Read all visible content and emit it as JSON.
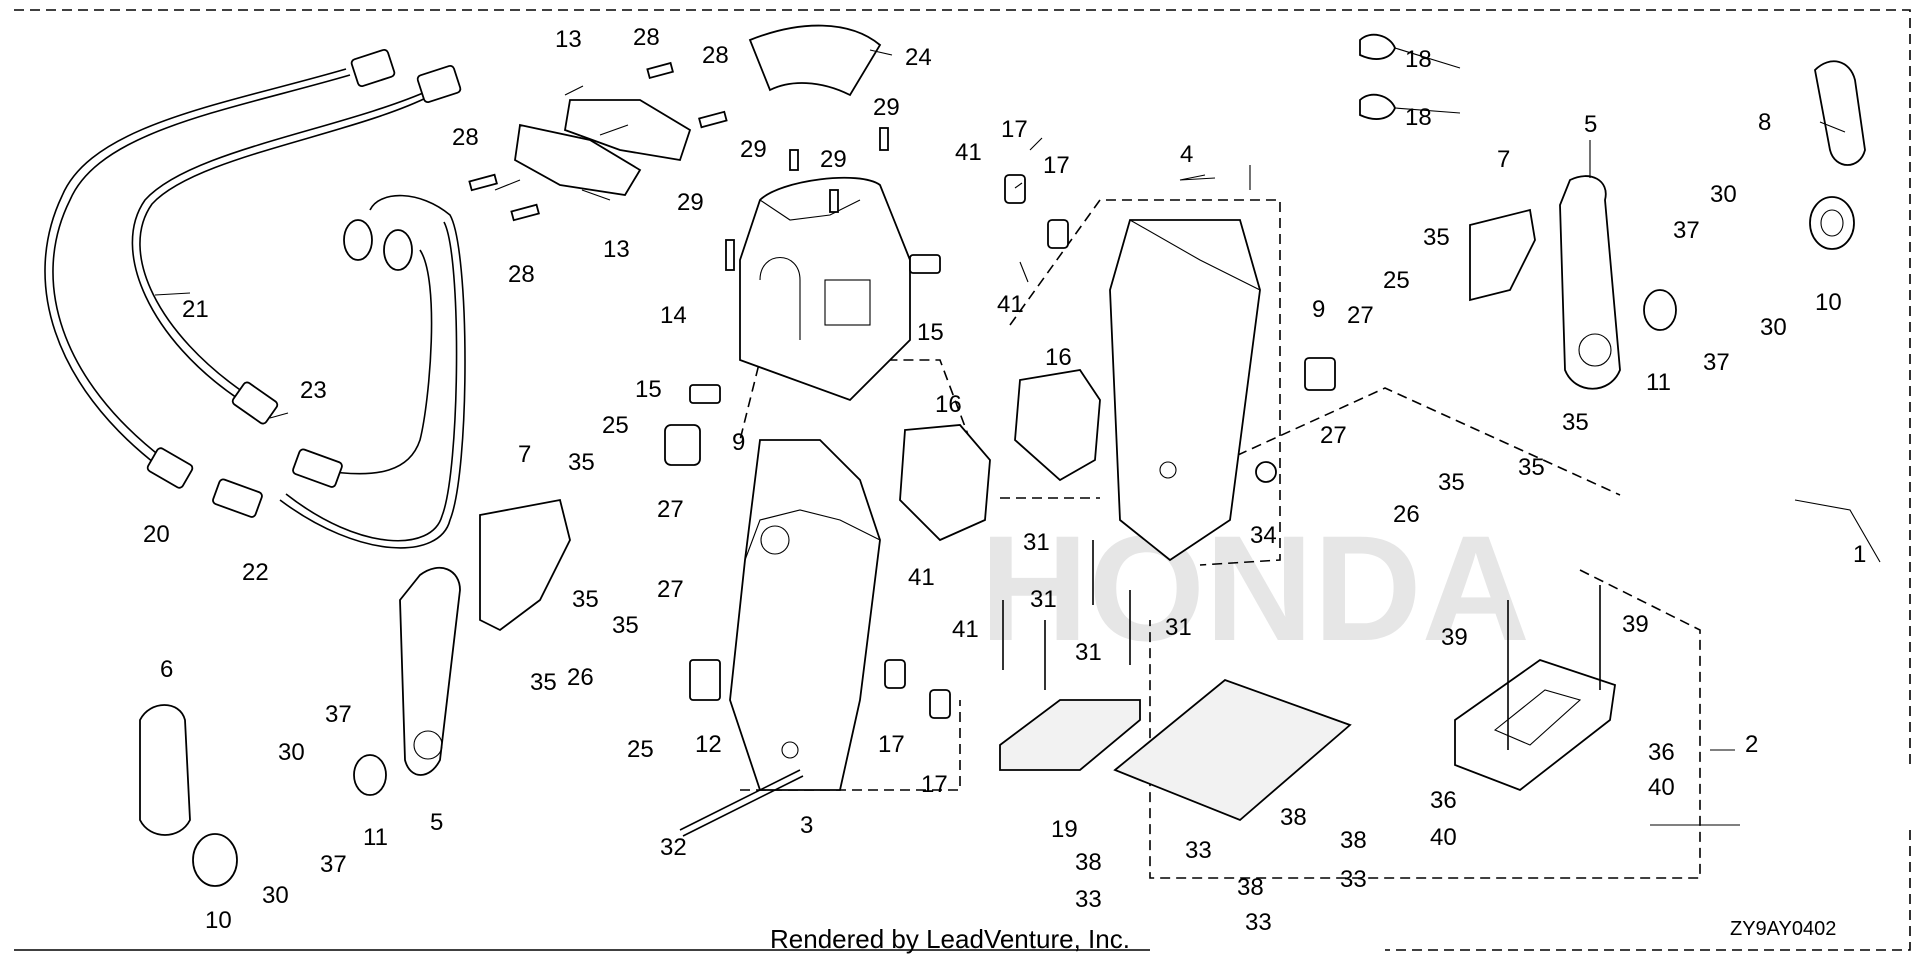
{
  "diagram": {
    "watermark": "HONDA",
    "credit": "Rendered by LeadVenture, Inc.",
    "diagram_code": "ZY9AY0402",
    "callouts": [
      "1",
      "2",
      "3",
      "4",
      "5",
      "5",
      "6",
      "7",
      "7",
      "8",
      "9",
      "9",
      "10",
      "10",
      "11",
      "11",
      "12",
      "13",
      "13",
      "14",
      "15",
      "15",
      "16",
      "16",
      "17",
      "17",
      "17",
      "17",
      "18",
      "18",
      "19",
      "20",
      "21",
      "22",
      "23",
      "24",
      "25",
      "25",
      "25",
      "26",
      "26",
      "27",
      "27",
      "27",
      "27",
      "28",
      "28",
      "28",
      "28",
      "29",
      "29",
      "29",
      "29",
      "30",
      "30",
      "30",
      "30",
      "31",
      "31",
      "31",
      "31",
      "32",
      "33",
      "33",
      "33",
      "33",
      "34",
      "35",
      "35",
      "35",
      "35",
      "35",
      "35",
      "35",
      "35",
      "36",
      "36",
      "37",
      "37",
      "37",
      "37",
      "38",
      "38",
      "38",
      "38",
      "39",
      "39",
      "40",
      "40",
      "41",
      "41",
      "41",
      "41"
    ]
  }
}
